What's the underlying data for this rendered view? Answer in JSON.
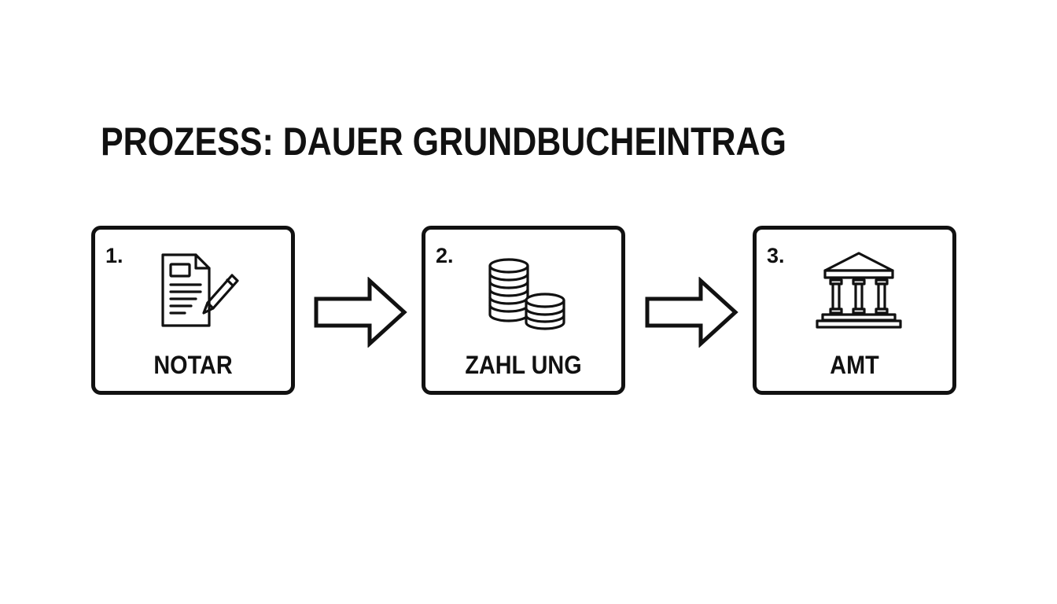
{
  "title": "PROZESS: DAUER GRUNDBUCHEINTRAG",
  "steps": [
    {
      "number": "1.",
      "label": "NOTAR",
      "icon": "document-pen-icon"
    },
    {
      "number": "2.",
      "label": "ZAHL UNG",
      "icon": "coins-icon"
    },
    {
      "number": "3.",
      "label": "AMT",
      "icon": "bank-building-icon"
    }
  ],
  "colors": {
    "ink": "#111111",
    "background": "#ffffff"
  }
}
